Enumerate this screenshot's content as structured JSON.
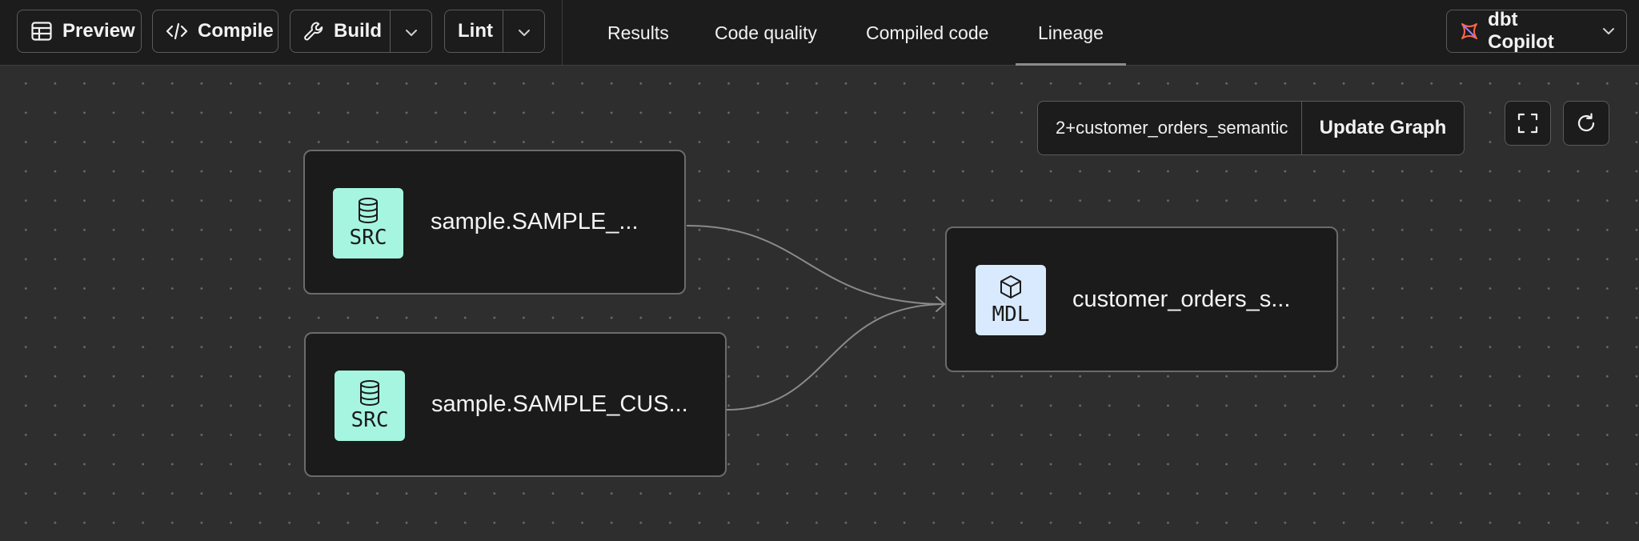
{
  "toolbar": {
    "preview": "Preview",
    "compile": "Compile",
    "build": "Build",
    "lint": "Lint"
  },
  "tabs": [
    {
      "label": "Results",
      "active": false
    },
    {
      "label": "Code quality",
      "active": false
    },
    {
      "label": "Compiled code",
      "active": false
    },
    {
      "label": "Lineage",
      "active": true
    }
  ],
  "copilot": {
    "label": "dbt Copilot"
  },
  "graph_controls": {
    "selector_value": "2+customer_orders_semantic",
    "update_label": "Update Graph"
  },
  "nodes": [
    {
      "badge": "SRC",
      "label": "sample.SAMPLE_...",
      "icon": "database-icon"
    },
    {
      "badge": "SRC",
      "label": "sample.SAMPLE_CUS...",
      "icon": "database-icon"
    },
    {
      "badge": "MDL",
      "label": "customer_orders_s...",
      "icon": "cube-icon"
    }
  ],
  "colors": {
    "src_badge": "#a6f5e0",
    "mdl_badge": "#d9eaff",
    "node_bg": "#1b1b1b",
    "canvas_bg": "#2e2e2e"
  }
}
